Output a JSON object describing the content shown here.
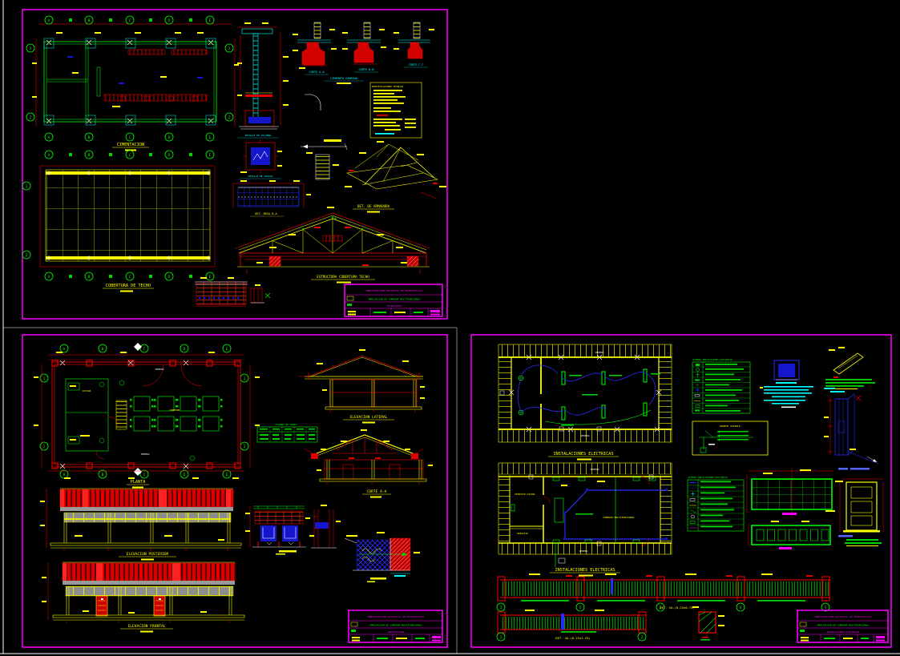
{
  "axes": {
    "letters": [
      "A",
      "B",
      "C",
      "D",
      "E"
    ],
    "numbers": [
      "1",
      "2"
    ],
    "beam": [
      "1",
      "2",
      "3",
      "4",
      "5"
    ]
  },
  "s1": {
    "title_plan": "CIMENTACION",
    "title_roof": "COBERTURA DE TECHO",
    "corte_a": "CORTE A-A",
    "corte_b": "CORTE B-B",
    "corte_c": "CORTE C-C",
    "cimiento": "CIMIENTO CORRIDO",
    "det_columna": "DETALLE DE COLUMNA",
    "det_zapata": "DETALLE DE ZAPATA",
    "det_mesa": "DET. MESA B.A.",
    "specs_title": "ESPECIFICACIONES TECNICAS",
    "det_armadura": "DET. DE ARMADURA",
    "estructura": "ESTRUCTURA COBERTURA TECHO"
  },
  "s2": {
    "title": "PLANTA",
    "vereda": "VEREDA",
    "cocina": "COCINA",
    "comedor": "COMEDOR",
    "elev_posterior": "ELEVACION POSTERIOR",
    "elev_frontal": "ELEVACION FRONTAL",
    "elev_lateral": "ELEVACION LATERAL",
    "cuadro_vanos": "CUADRO DE VANOS",
    "corte_aa": "CORTE A-A"
  },
  "s3": {
    "title": "INSTALACIONES ELECTRICAS",
    "vereda": "VEREDA",
    "leyenda": "LEYENDA INSTALACIONES ELECTRICAS",
    "murete": "MURETE VISIBLE",
    "room_deposito_cocina": "DEPOSITO COCINA",
    "room_deposito": "DEPOSITO",
    "room_comedor": "COMEDOR MULTIFUNCIONAL",
    "beam1_label": "DET. VA-(0.25x0.75)",
    "beam2_label": "DET. VA-(0.25x1.25)"
  },
  "titleblock": {
    "entity": "MUNICIPALIDAD DISTRITAL DE HUANCAVELICA",
    "project": "AMPLIACION DE COMEDOR MULTIFUNCIONAL",
    "plano_s1": "ESTRUCTURAS",
    "plano_s2": "ARQUITECTURA",
    "plano_s3": "INSTALACIONES ELECTRICAS"
  },
  "colors": {
    "frame": "#FF00FF",
    "red": "#FF0000",
    "yellow": "#FFFF00",
    "green": "#00FF00",
    "cyan": "#00FFFF",
    "blue": "#2A2AFF",
    "white": "#FFFFFF",
    "roof_red": "#D40000",
    "gray": "#909090"
  }
}
